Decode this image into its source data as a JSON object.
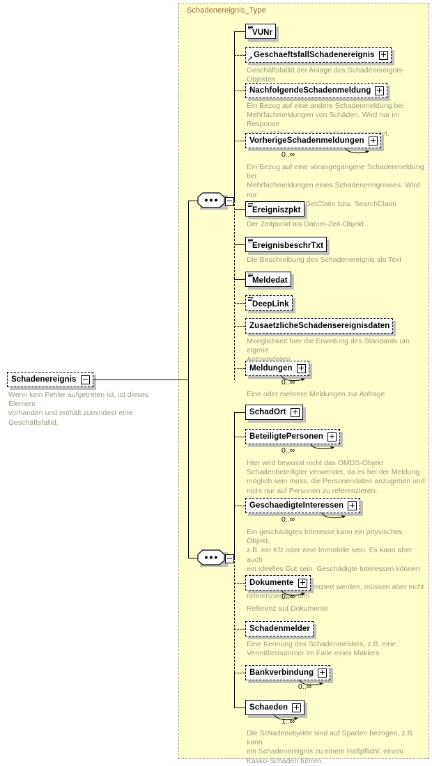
{
  "diagram": {
    "kind": "xsd-schema-diagram",
    "colors": {
      "panel_background": "#ffffcc",
      "panel_border": "#999999",
      "type_title": "#996633",
      "documentation_text": "#9a9a82",
      "box_fill": "#ffffff",
      "box_border": "#000000",
      "shadow": "#c0c0c0"
    }
  },
  "type_panel": {
    "title": "Schadenereignis_Type"
  },
  "root_element": {
    "name": "Schadenereignis",
    "expander": "minus",
    "border": "dashed",
    "documentation": "Wenn kein Fehler aufgetreten ist, ist dieses Element\nvorhanden und enthält zumindest eine Geschäftsfallld."
  },
  "compositors": [
    {
      "name": "sequence-1",
      "symbol": "...",
      "expander": "minus"
    },
    {
      "name": "sequence-2",
      "symbol": "...",
      "expander": "minus"
    }
  ],
  "nodes": [
    {
      "id": "vunr",
      "label": "VUNr",
      "border": "solid",
      "expander": null,
      "icon": "simple-type-lines",
      "occurs": null,
      "doc": null
    },
    {
      "id": "geschaeftsfallschadenereignis",
      "label": "GeschaeftsfallSchadenereignis",
      "border": "dashed",
      "expander": "plus",
      "icon": "reference-arrow",
      "occurs": null,
      "doc": "Geschäftsfallld der Anlage des Schadenereignis-Objektes"
    },
    {
      "id": "nachfolgendeschadenmeldung",
      "label": "NachfolgendeSchadenmeldung",
      "border": "dashed",
      "expander": "plus",
      "icon": null,
      "occurs": null,
      "doc": "Ein Bezug auf eine andere Schadenmeldung bei\nMehrfachmeldungen von Schäden. Wird nur im Response\nvon GetClaim bzw. SearchClaim verwendet."
    },
    {
      "id": "vorherigeschadenmeldungen",
      "label": "VorherigeSchadenmeldungen",
      "border": "dashed",
      "expander": "plus",
      "icon": null,
      "occurs": "0..∞",
      "doc": "Ein Bezug auf eine vorangegangene Schadenmeldung bei\nMehrfachmeldungen eines Schadenereignisses. Wird nur\nim Response von GetClaim bzw. SearchClaim\nverwendet."
    },
    {
      "id": "ereigniszpkt",
      "label": "Ereigniszpkt",
      "border": "solid",
      "expander": null,
      "icon": "simple-type-lines",
      "occurs": null,
      "doc": "Der Zeitpunkt als Datum-Zeit-Objekt"
    },
    {
      "id": "ereignisbeschrtxt",
      "label": "EreignisbeschrTxt",
      "border": "solid",
      "expander": null,
      "icon": "simple-type-lines",
      "occurs": null,
      "doc": "Die Beschreibung des Schadenereignis als Text"
    },
    {
      "id": "meldedat",
      "label": "Meldedat",
      "border": "solid",
      "expander": null,
      "icon": "simple-type-lines",
      "occurs": null,
      "doc": null
    },
    {
      "id": "deeplink",
      "label": "DeepLink",
      "border": "dashed",
      "expander": null,
      "icon": "simple-type-lines",
      "occurs": null,
      "doc": null
    },
    {
      "id": "zusaetzlicheschadensereignisdaten",
      "label": "ZusaetzlicheSchadensereignisdaten",
      "border": "dashed",
      "expander": null,
      "icon": null,
      "occurs": null,
      "doc": "Moeglichkeit fuer die Erweitung des Standards um eigene\nAntragsdaten"
    },
    {
      "id": "meldungen",
      "label": "Meldungen",
      "border": "dashed",
      "expander": "plus",
      "icon": null,
      "occurs": "0..∞",
      "doc": "Eine oder mehrere Meldungen zur Anfrage"
    },
    {
      "id": "schadort",
      "label": "SchadOrt",
      "border": "solid",
      "expander": "plus",
      "icon": null,
      "occurs": null,
      "doc": null
    },
    {
      "id": "beteiligtepersonen",
      "label": "BeteiligtePersonen",
      "border": "dashed",
      "expander": "plus",
      "icon": null,
      "occurs": "0..∞",
      "doc": "Hier wird bewusst nicht das OMDS-Objekt\nSchadenbeteiligter verwendet, da es bei der Meldung\nmöglich sein muss, die Personendaten anzugeben und\nnicht nur auf Personen zu referenzieren."
    },
    {
      "id": "geschaedigteinteressen",
      "label": "GeschaedigteInteressen",
      "border": "dashed",
      "expander": "plus",
      "icon": null,
      "occurs": "0..∞",
      "doc": "Ein geschädigtes Interesse kann ein physisches Objekt,\nz.B. ein Kfz oder eine Immobilie sein. Es kann aber auch\nein ideelles Gut sein. Geschädigte Interessen können im\nSchadenobjekt referenziert werden, müssen aber nicht\nreferenziert werden."
    },
    {
      "id": "dokumente",
      "label": "Dokumente",
      "border": "dashed",
      "expander": "plus",
      "icon": null,
      "occurs": "0..∞",
      "doc": "Referenz auf Dokumente"
    },
    {
      "id": "schadenmelder",
      "label": "Schadenmelder",
      "border": "dashed",
      "expander": null,
      "icon": null,
      "occurs": null,
      "doc": "Eine Kennung des Schadenmelders, z.B. eine\nVermittlernummer im Falle eines Maklers"
    },
    {
      "id": "bankverbindung",
      "label": "Bankverbindung",
      "border": "dashed",
      "expander": "plus",
      "icon": null,
      "occurs": "0..∞",
      "doc": null
    },
    {
      "id": "schaeden",
      "label": "Schaeden",
      "border": "solid",
      "expander": "plus",
      "icon": null,
      "occurs": "1..∞",
      "doc": "Die Schadenobjekte sind auf Sparten bezogen, z.B. kann\nein Schadenereignis zu einem Haftpflicht, einem\nKasko-Schaden führen."
    }
  ]
}
